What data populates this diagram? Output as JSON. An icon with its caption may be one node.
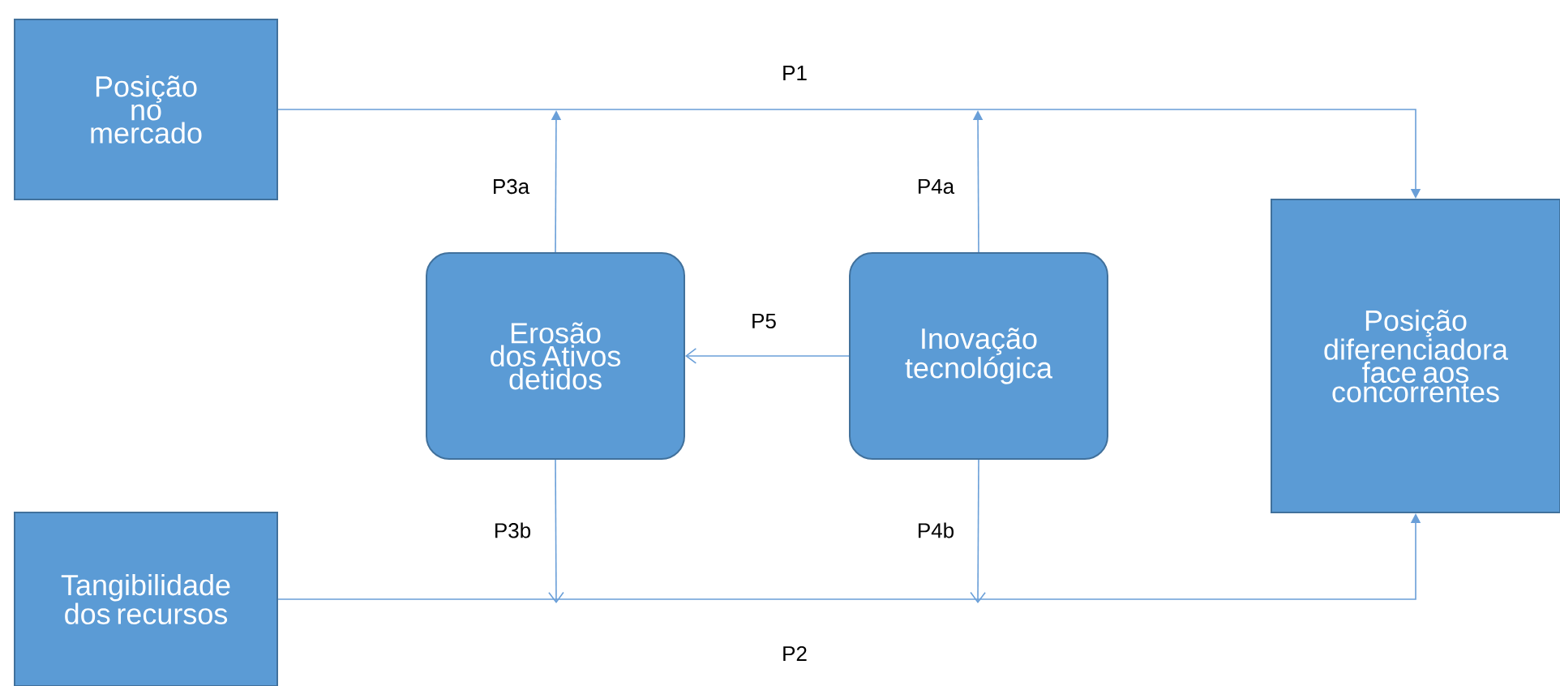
{
  "diagram": {
    "nodes": [
      {
        "text": [
          "Posição no mercado"
        ]
      },
      {
        "text": [
          "Erosão dos Ativos detidos"
        ]
      },
      {
        "text": [
          "Inovação tecnológica"
        ]
      },
      {
        "text": [
          "Posição diferenciadora face aos concorrentes"
        ]
      },
      {
        "text": [
          "Tangibilidade dos recursos"
        ]
      }
    ],
    "edges": [
      {
        "from": 0,
        "to": 3,
        "arrow": "to",
        "label": "P1"
      },
      {
        "from": 4,
        "to": 3,
        "arrow": "to",
        "label": "P2"
      },
      {
        "from": 1,
        "to": null,
        "arrow": "to",
        "label": "P3a"
      },
      {
        "from": 1,
        "to": null,
        "arrow": "to",
        "label": "P3b"
      },
      {
        "from": 2,
        "to": null,
        "arrow": "to",
        "label": "P4a"
      },
      {
        "from": 2,
        "to": null,
        "arrow": "to",
        "label": "P4b"
      },
      {
        "from": 2,
        "to": 1,
        "arrow": "to",
        "label": "P5"
      }
    ]
  }
}
